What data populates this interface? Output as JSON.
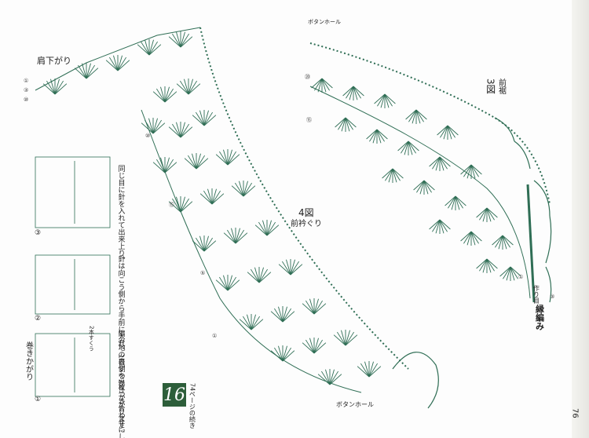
{
  "page_number": "76",
  "reference": {
    "number": "16",
    "text": "74ページの続き"
  },
  "figures": {
    "shoulder": {
      "title": "肩下がり"
    },
    "fig4": {
      "number": "4図",
      "caption": "前衿ぐり"
    },
    "fig3": {
      "number": "3図",
      "caption": "前裾"
    }
  },
  "labels": {
    "buttonhole_bottom": "ボタンホール",
    "buttonhole_top": "ボタンホール",
    "start_row": "作り目",
    "edge_knit": "縁編み"
  },
  "technique": {
    "title": "巻きかがり",
    "steps": [
      {
        "num": "①",
        "text": "編み地の表側を2枚つき合わせにし、編み端の目の頭をすくいます。",
        "note": "2本すくう"
      },
      {
        "num": "②",
        "text": "針は向こう側から手前に入れ、1目ずつ巻きかがります。"
      },
      {
        "num": "③",
        "text": "同じ目に針を入れて出来上り。"
      }
    ]
  },
  "row_numbers": [
    "①",
    "②",
    "③",
    "⑤",
    "⑩",
    "⑮",
    "⑳"
  ],
  "colors": {
    "chart": "#2f6e55",
    "badge": "#2d5e3a",
    "text": "#222222"
  }
}
